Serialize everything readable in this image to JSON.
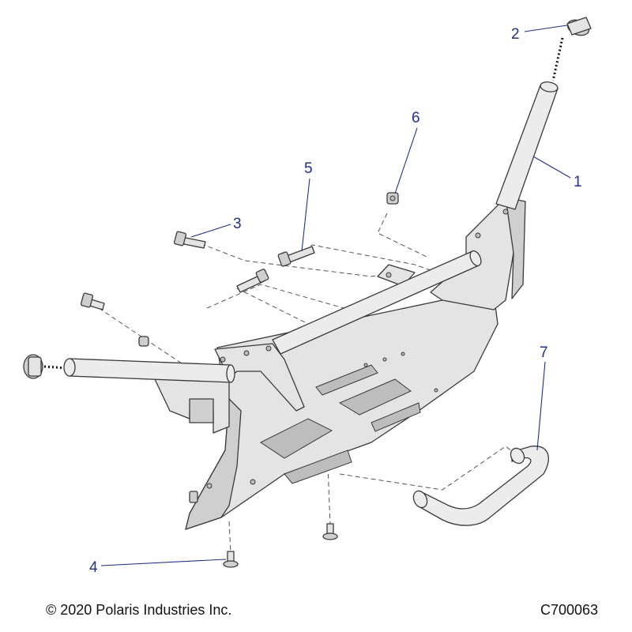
{
  "callouts": [
    {
      "id": "1",
      "label": "1"
    },
    {
      "id": "2",
      "label": "2"
    },
    {
      "id": "3",
      "label": "3"
    },
    {
      "id": "4",
      "label": "4"
    },
    {
      "id": "5",
      "label": "5"
    },
    {
      "id": "6",
      "label": "6"
    },
    {
      "id": "7",
      "label": "7"
    }
  ],
  "footer": {
    "copyright": "© 2020 Polaris Industries Inc.",
    "figure_id": "C700063"
  },
  "colors": {
    "callout": "#1f2f8a",
    "part_fill": "#e4e4e4",
    "outline": "#3a3a3a"
  }
}
